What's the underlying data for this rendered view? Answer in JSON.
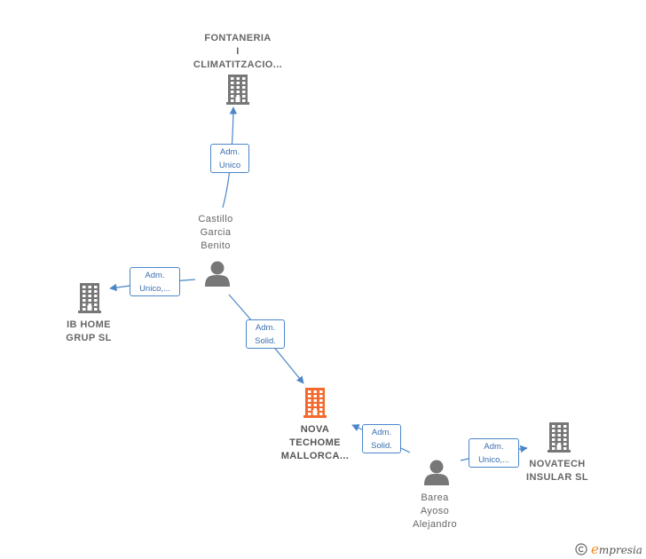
{
  "colors": {
    "edge": "#4a86c8",
    "company_icon": "#777777",
    "main_company_icon": "#f26a2e",
    "person_icon": "#777777",
    "watermark_accent": "#f28a1e"
  },
  "nodes": {
    "fontaneria": {
      "type": "company",
      "icon": "building-icon",
      "lines": [
        "FONTANERIA",
        "I",
        "CLIMATITZACIO..."
      ]
    },
    "castillo": {
      "type": "person",
      "icon": "person-icon",
      "lines": [
        "Castillo",
        "Garcia",
        "Benito"
      ]
    },
    "ib_home": {
      "type": "company",
      "icon": "building-icon",
      "lines": [
        "IB HOME",
        "GRUP  SL"
      ]
    },
    "nova_techome": {
      "type": "company-main",
      "icon": "building-icon",
      "lines": [
        "NOVA",
        "TECHOME",
        "MALLORCA..."
      ]
    },
    "barea": {
      "type": "person",
      "icon": "person-icon",
      "lines": [
        "Barea",
        "Ayoso",
        "Alejandro"
      ]
    },
    "novatech": {
      "type": "company",
      "icon": "building-icon",
      "lines": [
        "NOVATECH",
        "INSULAR  SL"
      ]
    }
  },
  "edges": [
    {
      "from": "castillo",
      "to": "fontaneria",
      "lines": [
        "Adm.",
        "Unico"
      ]
    },
    {
      "from": "castillo",
      "to": "ib_home",
      "lines": [
        "Adm.",
        "Unico,..."
      ]
    },
    {
      "from": "castillo",
      "to": "nova_techome",
      "lines": [
        "Adm.",
        "Solid."
      ]
    },
    {
      "from": "barea",
      "to": "nova_techome",
      "lines": [
        "Adm.",
        "Solid."
      ]
    },
    {
      "from": "barea",
      "to": "novatech",
      "lines": [
        "Adm.",
        "Unico,..."
      ]
    }
  ],
  "watermark": {
    "copyright": "©",
    "brand_first": "e",
    "brand_rest": "mpresia"
  }
}
